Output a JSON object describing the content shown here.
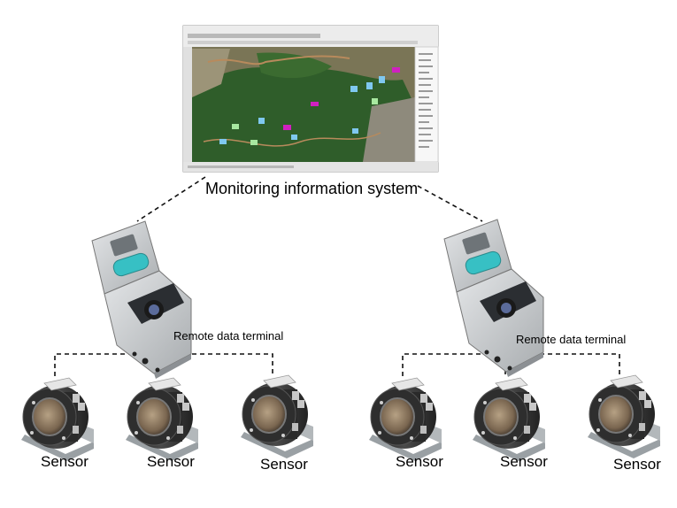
{
  "system_label": "Monitoring information system",
  "terminal_label": "Remote data terminal",
  "sensor_label": "Sensor",
  "colors": {
    "line": "#111111",
    "map_forest": "#2f5d2a",
    "map_field": "#8a8560",
    "map_marker_blue": "#7fc8f0",
    "map_marker_magenta": "#d020c0",
    "map_marker_green": "#a8e8a0",
    "box_gray": "#c9ccce",
    "sensor_body": "#3a3a3a",
    "sensor_lens": "#8a7760",
    "bracket": "#9aa0a4"
  },
  "terminals": [
    {
      "label": "Remote data terminal",
      "sensors": [
        "Sensor",
        "Sensor",
        "Sensor"
      ]
    },
    {
      "label": "Remote data terminal",
      "sensors": [
        "Sensor",
        "Sensor",
        "Sensor"
      ]
    }
  ]
}
